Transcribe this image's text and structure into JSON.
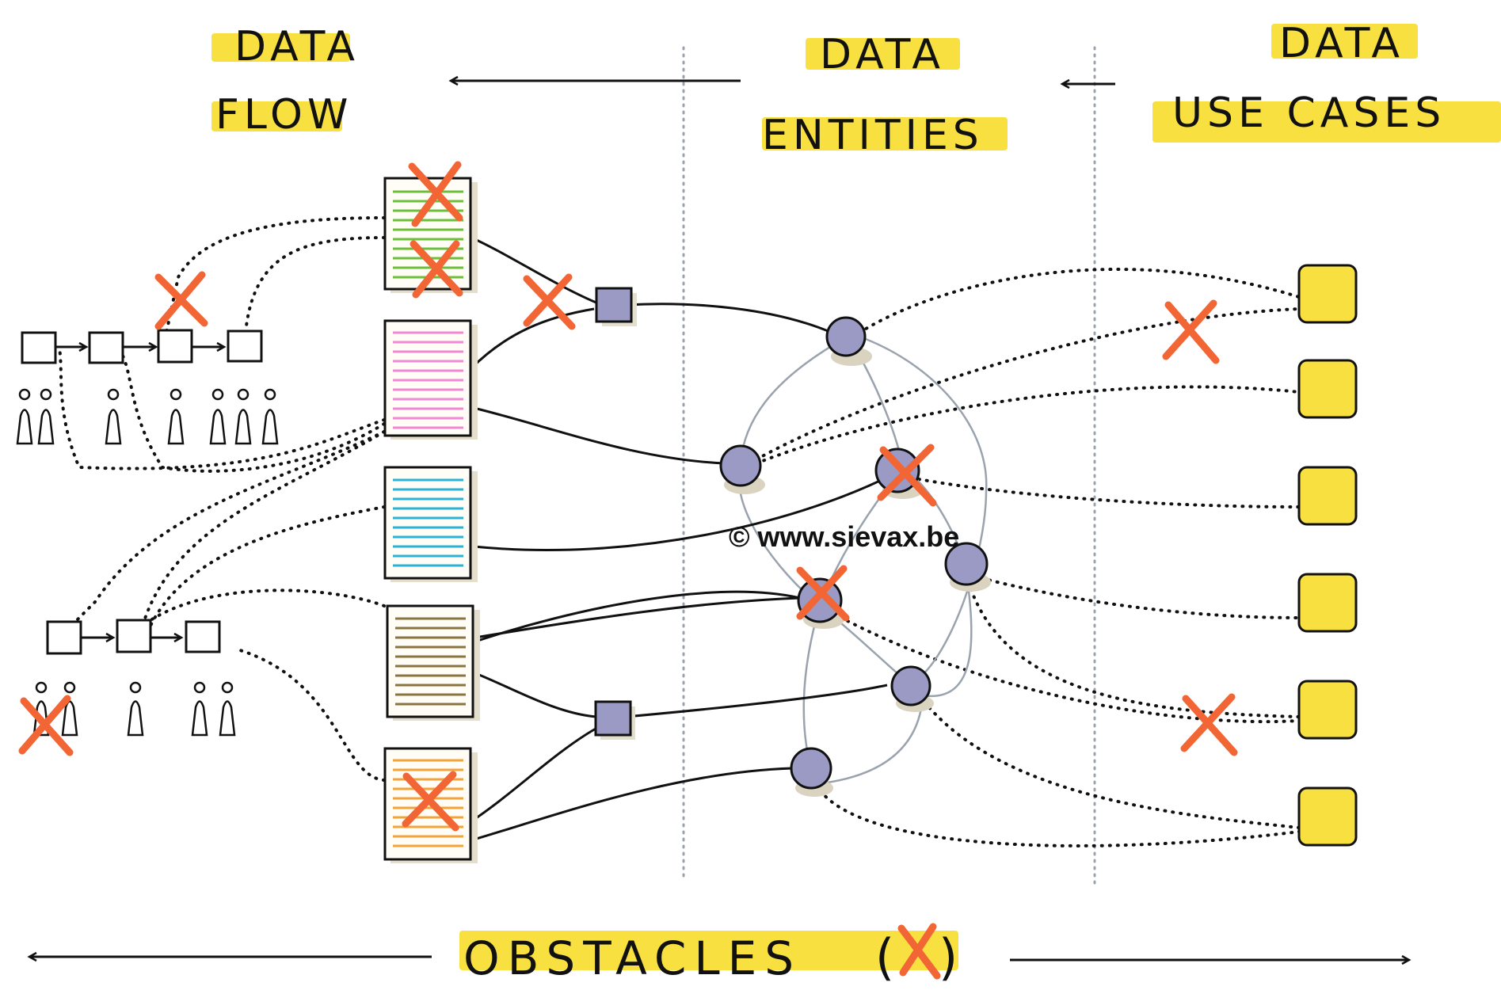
{
  "headings": {
    "data_flow_line1": "DATA",
    "data_flow_line2": "FLOW",
    "data_entities_line1": "DATA",
    "data_entities_line2": "ENTITIES",
    "data_use_cases_line1": "DATA",
    "data_use_cases_line2": "USE    CASES"
  },
  "footer": {
    "obstacles_label": "OBSTACLES",
    "open_paren": "(",
    "close_paren": ")"
  },
  "copyright": "© www.sievax.be",
  "colors": {
    "highlight": "#f8e040",
    "obstacle_x": "#f26535",
    "entity_node": "#9a9ac4",
    "use_case": "#f8e040",
    "doc_green": "#6cbf3a",
    "doc_pink": "#f08ad6",
    "doc_blue": "#2bb3d6",
    "doc_brown": "#8b7440",
    "doc_orange": "#f4a23a"
  },
  "icons": {
    "obstacle": "x-mark-icon",
    "person": "person-icon",
    "use_case": "square-icon",
    "entity": "circle-node-icon",
    "document": "document-icon"
  }
}
